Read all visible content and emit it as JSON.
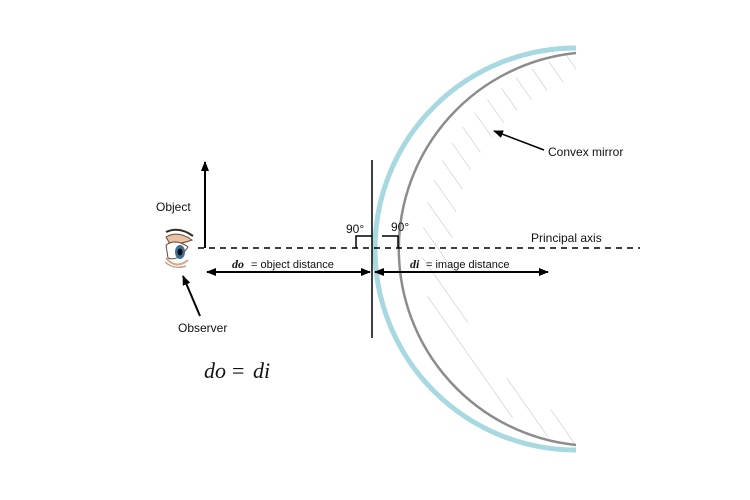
{
  "labels": {
    "object": "Object",
    "observer": "Observer",
    "convex_mirror": "Convex mirror",
    "principal_axis": "Principal axis",
    "angle_left": "90°",
    "angle_right": "90°",
    "do_symbol": "do",
    "do_text": "= object distance",
    "di_symbol": "di",
    "di_text": "= image distance",
    "equation_left": "do",
    "equation_op": "=",
    "equation_right": "di"
  },
  "colors": {
    "mirror_outer": "#a8d8e0",
    "mirror_inner": "#8a8a8a",
    "hatch": "#b8b8b8",
    "line": "#000000"
  }
}
